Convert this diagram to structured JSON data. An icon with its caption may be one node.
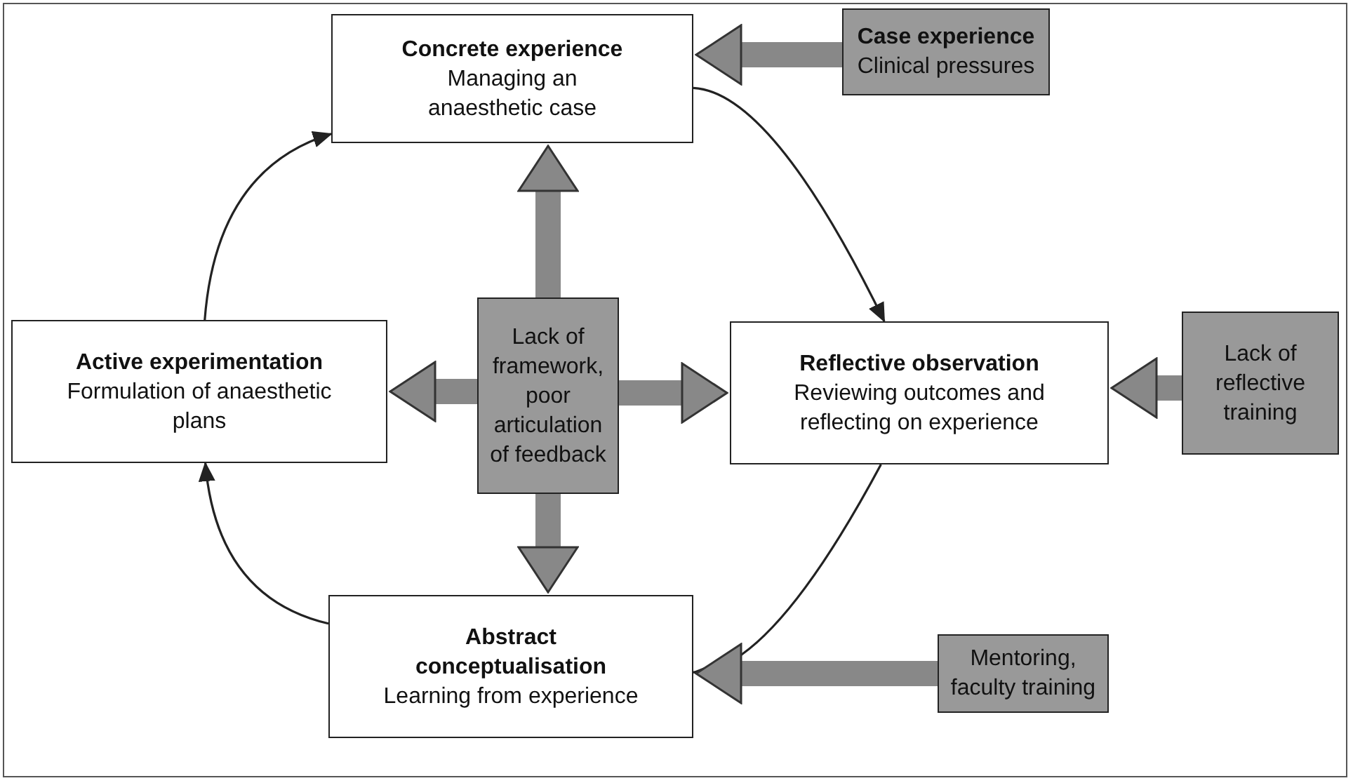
{
  "diagram": {
    "nodes": [
      {
        "text": [
          "Concrete experience",
          "Managing an anaesthetic case"
        ]
      },
      {
        "text": [
          "Case experience",
          "Clinical pressures"
        ]
      },
      {
        "text": [
          "Reflective observation",
          "Reviewing outcomes and reflecting on experience"
        ]
      },
      {
        "text": [
          "Lack of reflective training"
        ]
      },
      {
        "text": [
          "Abstract conceptualisation",
          "Learning from experience"
        ]
      },
      {
        "text": [
          "Mentoring, faculty training"
        ]
      },
      {
        "text": [
          "Active experimentation",
          "Formulation of anaesthetic plans"
        ]
      },
      {
        "text": [
          "Lack of framework, poor articulation of feedback"
        ]
      }
    ],
    "edges": [
      {
        "from": 0,
        "to": 2,
        "arrow": "to",
        "color": "#222222"
      },
      {
        "from": 2,
        "to": 4,
        "arrow": "to",
        "color": "#222222"
      },
      {
        "from": 4,
        "to": 6,
        "arrow": "to",
        "color": "#222222"
      },
      {
        "from": 6,
        "to": 0,
        "arrow": "to",
        "color": "#222222"
      },
      {
        "from": 1,
        "to": 0,
        "arrow": "to"
      },
      {
        "from": 3,
        "to": 2,
        "arrow": "to"
      },
      {
        "from": 5,
        "to": 4,
        "arrow": "to"
      },
      {
        "from": 7,
        "to": 0,
        "arrow": "to"
      },
      {
        "from": 7,
        "to": 2,
        "arrow": "to"
      },
      {
        "from": 7,
        "to": 4,
        "arrow": "to"
      },
      {
        "from": 7,
        "to": 6,
        "arrow": "to"
      }
    ]
  }
}
